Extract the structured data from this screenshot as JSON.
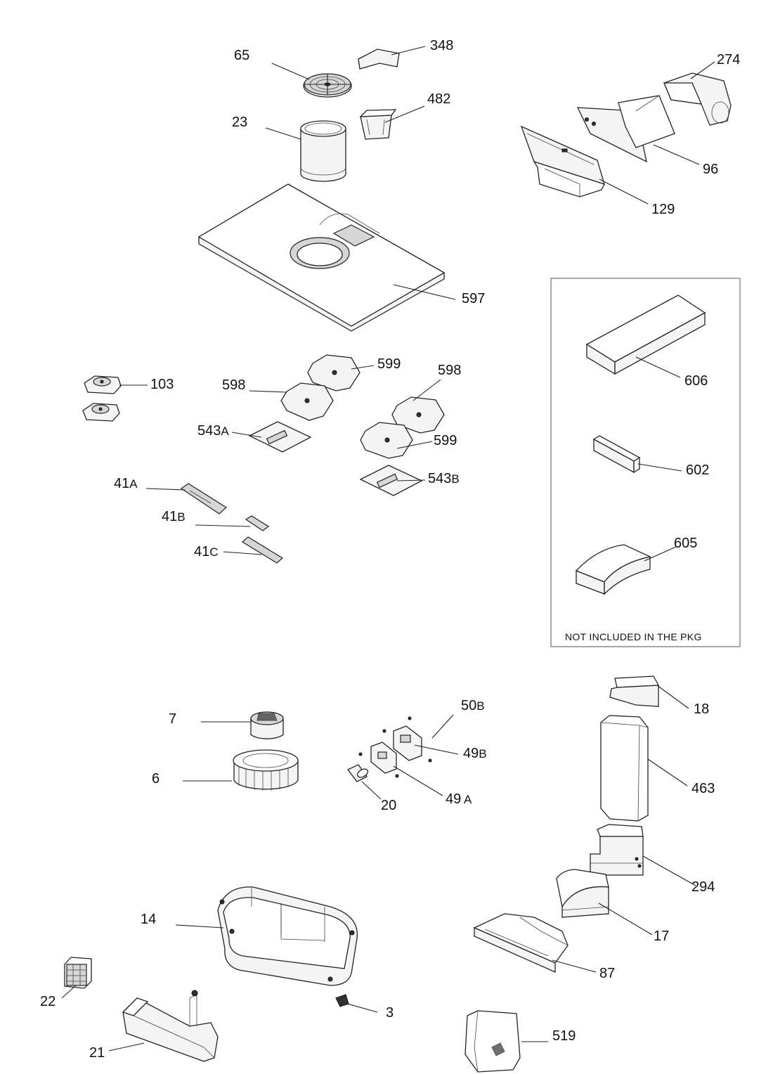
{
  "note": "NOT INCLUDED IN THE PKG",
  "callouts": [
    {
      "id": "65",
      "num": "65",
      "suf": ""
    },
    {
      "id": "348",
      "num": "348",
      "suf": ""
    },
    {
      "id": "482",
      "num": "482",
      "suf": ""
    },
    {
      "id": "23",
      "num": "23",
      "suf": ""
    },
    {
      "id": "274",
      "num": "274",
      "suf": ""
    },
    {
      "id": "96",
      "num": "96",
      "suf": ""
    },
    {
      "id": "129",
      "num": "129",
      "suf": ""
    },
    {
      "id": "597",
      "num": "597",
      "suf": ""
    },
    {
      "id": "103",
      "num": "103",
      "suf": ""
    },
    {
      "id": "599a",
      "num": "599",
      "suf": ""
    },
    {
      "id": "598a",
      "num": "598",
      "suf": ""
    },
    {
      "id": "598b",
      "num": "598",
      "suf": ""
    },
    {
      "id": "543a",
      "num": "543",
      "suf": "A"
    },
    {
      "id": "599b",
      "num": "599",
      "suf": ""
    },
    {
      "id": "543b",
      "num": "543",
      "suf": "B"
    },
    {
      "id": "41a",
      "num": "41",
      "suf": "A"
    },
    {
      "id": "41b",
      "num": "41",
      "suf": "B"
    },
    {
      "id": "41c",
      "num": "41",
      "suf": "C"
    },
    {
      "id": "606",
      "num": "606",
      "suf": ""
    },
    {
      "id": "602",
      "num": "602",
      "suf": ""
    },
    {
      "id": "605",
      "num": "605",
      "suf": ""
    },
    {
      "id": "18",
      "num": "18",
      "suf": ""
    },
    {
      "id": "7",
      "num": "7",
      "suf": ""
    },
    {
      "id": "50b",
      "num": "50",
      "suf": "B"
    },
    {
      "id": "49b",
      "num": "49",
      "suf": "B"
    },
    {
      "id": "6",
      "num": "6",
      "suf": ""
    },
    {
      "id": "463",
      "num": "463",
      "suf": ""
    },
    {
      "id": "49a",
      "num": "49",
      "suf": " A"
    },
    {
      "id": "20",
      "num": "20",
      "suf": ""
    },
    {
      "id": "294",
      "num": "294",
      "suf": ""
    },
    {
      "id": "14",
      "num": "14",
      "suf": ""
    },
    {
      "id": "17",
      "num": "17",
      "suf": ""
    },
    {
      "id": "87",
      "num": "87",
      "suf": ""
    },
    {
      "id": "22",
      "num": "22",
      "suf": ""
    },
    {
      "id": "3",
      "num": "3",
      "suf": ""
    },
    {
      "id": "519",
      "num": "519",
      "suf": ""
    },
    {
      "id": "21",
      "num": "21",
      "suf": ""
    }
  ]
}
